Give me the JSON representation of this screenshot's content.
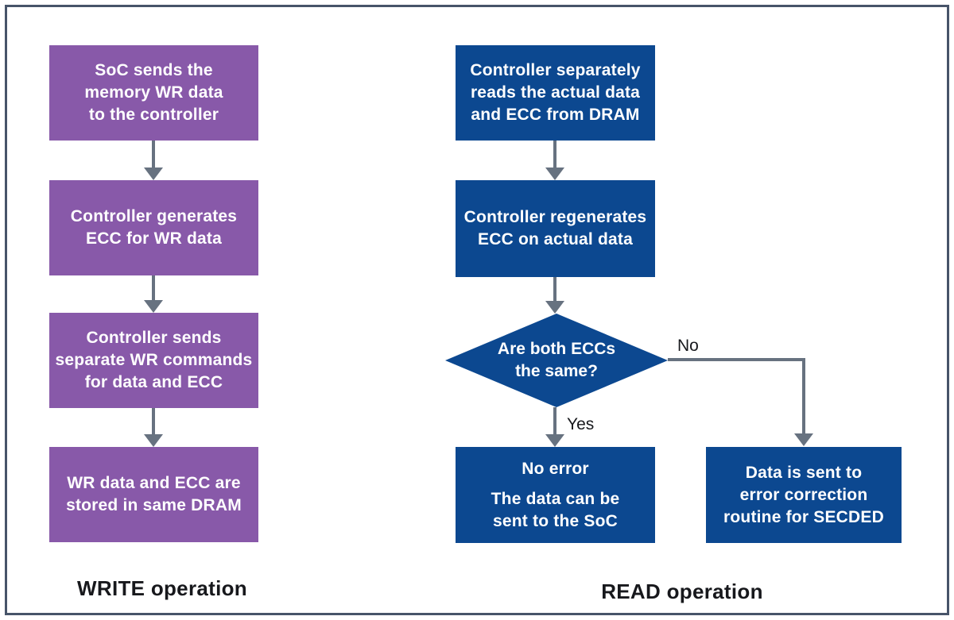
{
  "colors": {
    "purple": "#8859A9",
    "blue": "#0C4890",
    "arrow": "#677280",
    "frame_border": "#475469",
    "box_text": "#FFFFFF",
    "label_text": "#17181C"
  },
  "write_column": {
    "label": "WRITE operation",
    "boxes": [
      {
        "lines": [
          "SoC sends the",
          "memory WR data",
          "to the controller"
        ]
      },
      {
        "lines": [
          "Controller generates",
          "ECC for WR data"
        ]
      },
      {
        "lines": [
          "Controller sends",
          "separate WR commands",
          "for data and ECC"
        ]
      },
      {
        "lines": [
          "WR data and ECC are",
          "stored in same DRAM"
        ]
      }
    ]
  },
  "read_column": {
    "label": "READ operation",
    "boxes": [
      {
        "lines": [
          "Controller separately",
          "reads the actual data",
          "and ECC from DRAM"
        ]
      },
      {
        "lines": [
          "Controller regenerates",
          "ECC on actual data"
        ]
      }
    ],
    "decision": {
      "lines": [
        "Are both ECCs",
        "the same?"
      ]
    },
    "yes_label": "Yes",
    "no_label": "No",
    "yes_box": {
      "title": "No error",
      "lines": [
        "The data can be",
        "sent to the SoC"
      ]
    },
    "no_box": {
      "lines": [
        "Data is sent to",
        "error correction",
        "routine for SECDED"
      ]
    }
  }
}
